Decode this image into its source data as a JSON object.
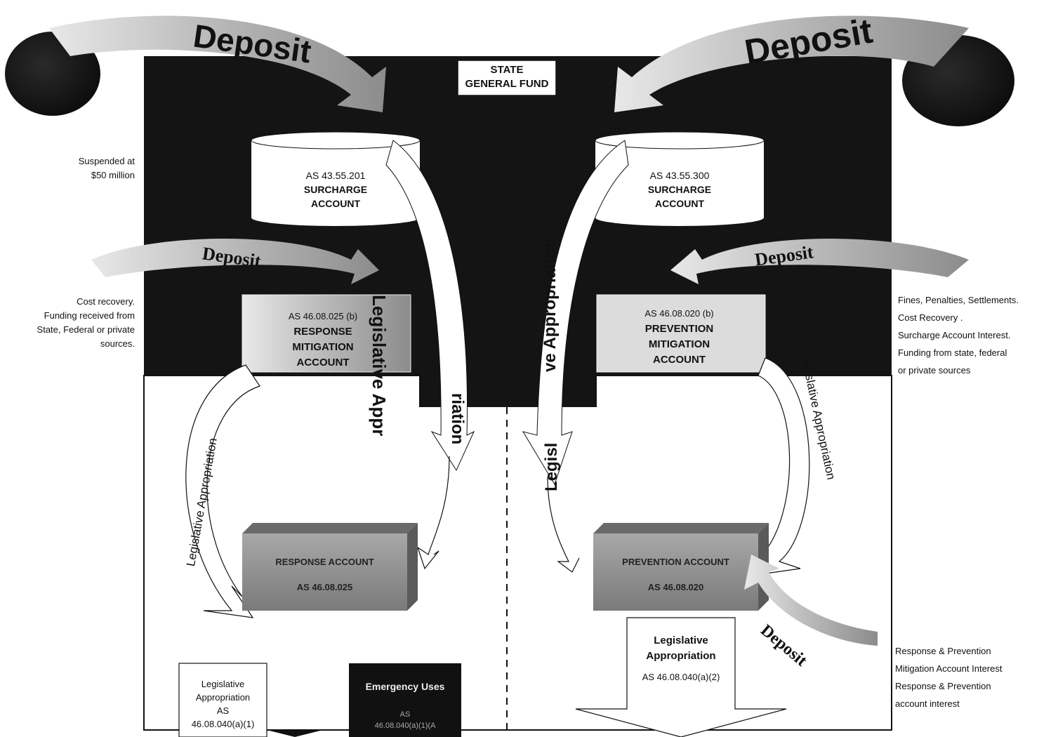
{
  "labels": {
    "deposit_top_left": "Deposit",
    "deposit_top_right": "Deposit",
    "deposit_mid_left": "Deposit",
    "deposit_mid_right": "Deposit",
    "deposit_bottom_right": "Deposit",
    "state_general_fund_1": "STATE",
    "state_general_fund_2": "GENERAL FUND",
    "suspended_1": "Suspended at",
    "suspended_2": "$50 million",
    "surcharge_left_1": "AS 43.55.201",
    "surcharge_left_2": "SURCHARGE",
    "surcharge_left_3": "ACCOUNT",
    "surcharge_right_1": "AS 43.55.300",
    "surcharge_right_2": "SURCHARGE",
    "surcharge_right_3": "ACCOUNT",
    "response_mit_1": "AS 46.08.025 (b)",
    "response_mit_2": "RESPONSE",
    "response_mit_3": "MITIGATION",
    "response_mit_4": "ACCOUNT",
    "prevention_mit_1": "AS 46.08.020 (b)",
    "prevention_mit_2": "PREVENTION",
    "prevention_mit_3": "MITIGATION",
    "prevention_mit_4": "ACCOUNT",
    "cost_recovery_1": "Cost recovery.",
    "cost_recovery_2": "Funding  received from",
    "cost_recovery_3": "State, Federal or private",
    "cost_recovery_4": "sources.",
    "fines_1": "Fines, Penalties, Settlements.",
    "fines_2": "Cost Recovery .",
    "fines_3": "Surcharge Account Interest.",
    "fines_4": "Funding from state, federal",
    "fines_5": "or private sources",
    "leg_app_big_left_a": "Legislative Appr",
    "leg_app_big_left_b": "riation",
    "leg_app_big_right_a": "Legisl",
    "leg_app_big_right_b": "ve Appropriation",
    "leg_app_curve_left": "Legislative Appropriation",
    "leg_app_curve_right": "Legislative Appropriation",
    "response_account_1": "RESPONSE ACCOUNT",
    "response_account_2": "AS 46.08.025",
    "prevention_account_1": "PREVENTION ACCOUNT",
    "prevention_account_2": "AS 46.08.020",
    "leg_app_box_left_1": "Legislative",
    "leg_app_box_left_2": "Appropriation",
    "leg_app_box_left_3": "AS",
    "leg_app_box_left_4": "46.08.040(a)(1)",
    "emergency_1": "Emergency Uses",
    "emergency_2": "AS",
    "emergency_3": "46.08.040(a)(1)(A",
    "leg_app_box_right_1": "Legislative",
    "leg_app_box_right_2": "Appropriation",
    "leg_app_box_right_3": "AS 46.08.040(a)(2)",
    "interest_1": "Response & Prevention",
    "interest_2": "Mitigation Account Interest",
    "interest_3": "Response & Prevention",
    "interest_4": "account interest"
  },
  "colors": {
    "dark_panel": "#141414",
    "arrow_gray": "#c4c4c4",
    "box_gray": "#d0d0d0",
    "account_gray": "#8a8a8a",
    "line": "#111111"
  }
}
